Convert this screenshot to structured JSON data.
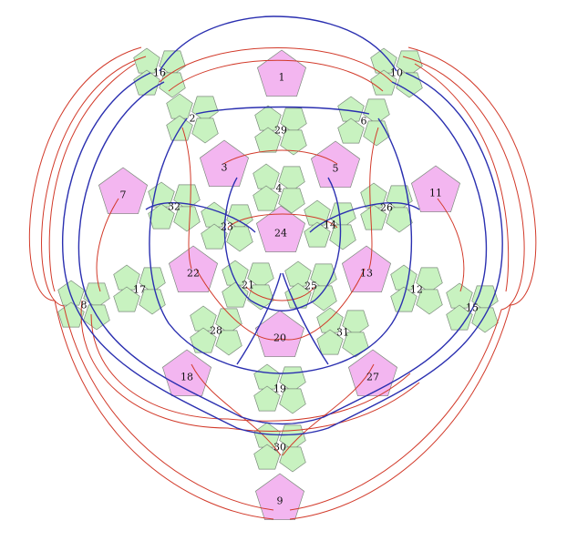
{
  "diagram": {
    "colors": {
      "green_tile": "#c8f2c0",
      "pink_tile": "#f3b6f0",
      "red_curve": "#d23a2a",
      "blue_curve": "#2a2fb0"
    },
    "nodes": [
      {
        "id": "1",
        "label": "1",
        "kind": "pink"
      },
      {
        "id": "2",
        "label": "2",
        "kind": "green"
      },
      {
        "id": "3",
        "label": "3",
        "kind": "pink"
      },
      {
        "id": "4",
        "label": "4",
        "kind": "green"
      },
      {
        "id": "5",
        "label": "5",
        "kind": "pink"
      },
      {
        "id": "6",
        "label": "6",
        "kind": "green"
      },
      {
        "id": "7",
        "label": "7",
        "kind": "pink"
      },
      {
        "id": "8",
        "label": "8",
        "kind": "green"
      },
      {
        "id": "9",
        "label": "9",
        "kind": "pink"
      },
      {
        "id": "10",
        "label": "10",
        "kind": "green"
      },
      {
        "id": "11",
        "label": "11",
        "kind": "pink"
      },
      {
        "id": "12",
        "label": "12",
        "kind": "green"
      },
      {
        "id": "13",
        "label": "13",
        "kind": "pink"
      },
      {
        "id": "14",
        "label": "14",
        "kind": "green"
      },
      {
        "id": "15",
        "label": "15",
        "kind": "green"
      },
      {
        "id": "16",
        "label": "16",
        "kind": "green"
      },
      {
        "id": "17",
        "label": "17",
        "kind": "green"
      },
      {
        "id": "18",
        "label": "18",
        "kind": "pink"
      },
      {
        "id": "19",
        "label": "19",
        "kind": "green"
      },
      {
        "id": "20",
        "label": "20",
        "kind": "pink"
      },
      {
        "id": "21",
        "label": "21",
        "kind": "green"
      },
      {
        "id": "22",
        "label": "22",
        "kind": "pink"
      },
      {
        "id": "23",
        "label": "23",
        "kind": "green"
      },
      {
        "id": "24",
        "label": "24",
        "kind": "pink"
      },
      {
        "id": "25",
        "label": "25",
        "kind": "green"
      },
      {
        "id": "26",
        "label": "26",
        "kind": "green"
      },
      {
        "id": "27",
        "label": "27",
        "kind": "pink"
      },
      {
        "id": "28",
        "label": "28",
        "kind": "green"
      },
      {
        "id": "29",
        "label": "29",
        "kind": "green"
      },
      {
        "id": "30",
        "label": "30",
        "kind": "green"
      },
      {
        "id": "31",
        "label": "31",
        "kind": "green"
      },
      {
        "id": "32",
        "label": "32",
        "kind": "green"
      }
    ]
  }
}
